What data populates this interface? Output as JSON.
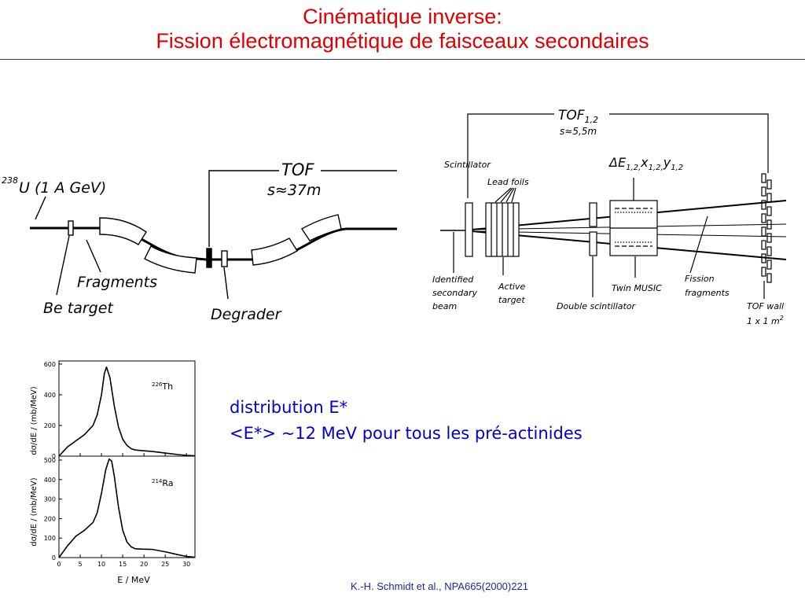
{
  "title": {
    "line1": "Cinématique inverse:",
    "line2": "Fission électromagnétique de faisceaux secondaires"
  },
  "left_diagram": {
    "beam": "U (1 A GeV)",
    "beam_mass": "238",
    "tof": "TOF",
    "tof_distance": "s≈37m",
    "fragments": "Fragments",
    "be_target": "Be  target",
    "degrader": "Degrader"
  },
  "right_diagram": {
    "tof": "TOF",
    "tof_sub": "1,2",
    "tof_distance": "s≈5,5m",
    "scintillator": "Scintillator",
    "lead_foils": "Lead  foils",
    "delta_e": "ΔE",
    "delta_e_sub": "1,2,",
    "x": "x",
    "x_sub": "1,2,",
    "y": "y",
    "y_sub": "1,2",
    "identified_1": "Identified",
    "identified_2": "secondary",
    "identified_3": "beam",
    "active_1": "Active",
    "active_2": "target",
    "double_scint": "Double  scintillator",
    "twin_music": "Twin  MUSIC",
    "fission_1": "Fission",
    "fission_2": "fragments",
    "tof_wall_1": "TOF  wall",
    "tof_wall_2": "1  x  1  m"
  },
  "chart_data": [
    {
      "type": "line",
      "title": "",
      "label_nucleus": "Th",
      "label_mass": "226",
      "xlabel": "E  /  MeV",
      "ylabel": "dσ/dE  /  (mb/MeV)",
      "xlim": [
        0,
        32
      ],
      "ylim": [
        0,
        620
      ],
      "xticks": [
        "0",
        "5",
        "10",
        "15",
        "20",
        "25",
        "30"
      ],
      "yticks": [
        0,
        200,
        400,
        600
      ],
      "x": [
        0,
        2,
        4,
        6,
        8,
        9,
        10,
        10.7,
        11.2,
        12,
        13,
        14,
        15,
        16,
        17,
        18,
        20,
        22,
        25,
        28,
        30,
        32
      ],
      "y": [
        0,
        60,
        100,
        140,
        200,
        270,
        400,
        540,
        580,
        510,
        330,
        190,
        110,
        70,
        48,
        40,
        35,
        30,
        20,
        10,
        5,
        2
      ]
    },
    {
      "type": "line",
      "title": "",
      "label_nucleus": "Ra",
      "label_mass": "214",
      "xlabel": "E  /  MeV",
      "ylabel": "dσ/dE  /  (mb/MeV)",
      "xlim": [
        0,
        32
      ],
      "ylim": [
        0,
        520
      ],
      "xticks": [
        "0",
        "5",
        "10",
        "15",
        "20",
        "25",
        "30"
      ],
      "yticks": [
        0,
        100,
        200,
        300,
        400,
        500
      ],
      "x": [
        0,
        2,
        4,
        6,
        8,
        9,
        10,
        11,
        11.8,
        12.4,
        13,
        14,
        15,
        16,
        17,
        18,
        20,
        22,
        25,
        28,
        30,
        32
      ],
      "y": [
        0,
        60,
        110,
        140,
        180,
        230,
        330,
        450,
        505,
        495,
        420,
        260,
        140,
        80,
        55,
        45,
        43,
        42,
        30,
        15,
        6,
        2
      ]
    }
  ],
  "text": {
    "distribution": "distribution E*",
    "mean": "<E*> ~12 MeV pour tous les pré-actinides",
    "reference": "K.-H. Schmidt et al., NPA665(2000)221"
  }
}
